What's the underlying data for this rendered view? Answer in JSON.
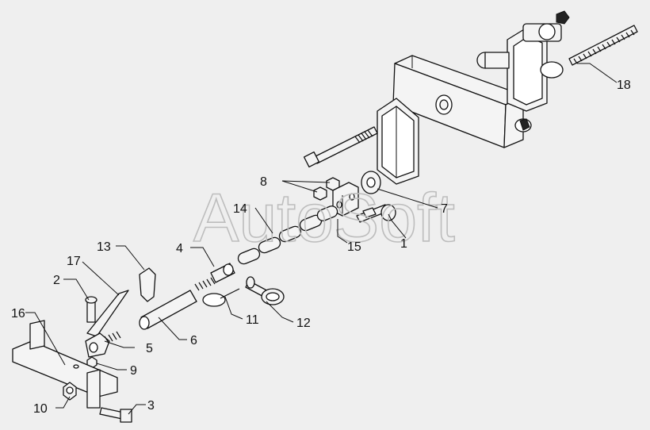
{
  "watermark": "AutoSoft",
  "labels": [
    "1",
    "2",
    "3",
    "4",
    "5",
    "6",
    "7",
    "8",
    "9",
    "10",
    "11",
    "12",
    "13",
    "14",
    "15",
    "16",
    "17",
    "18"
  ]
}
